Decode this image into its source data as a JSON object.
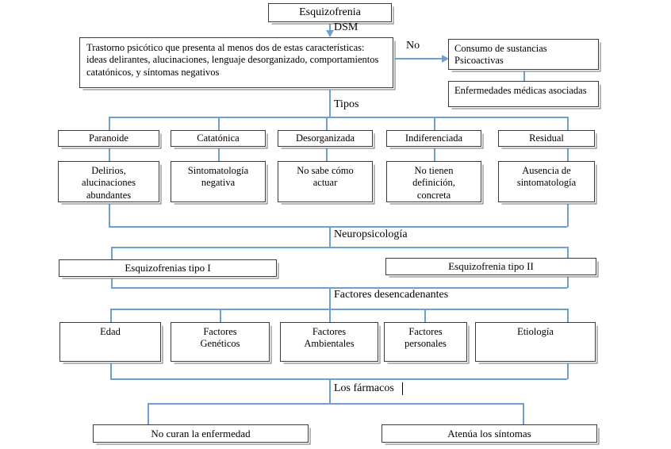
{
  "diagram": {
    "title": "Esquizofrenia",
    "edge_labels": {
      "dsm": "DSM",
      "no": "No",
      "tipos": "Tipos",
      "neuropsicologia": "Neuropsicología",
      "factores": "Factores desencadenantes",
      "farmacos": "Los fármacos"
    },
    "root": {
      "label": "Esquizofrenia"
    },
    "criteria": {
      "label": "Trastorno psicótico que presenta al menos dos de estas características: ideas delirantes, alucinaciones, lenguaje desorganizado, comportamientos catatónicos, y síntomas negativos"
    },
    "exclusions": [
      {
        "label": "Consumo de sustancias Psicoactivas"
      },
      {
        "label": "Enfermedades médicas asociadas"
      }
    ],
    "types": [
      {
        "name": "Paranoide",
        "description": "Delirios,\nalucinaciones\nabundantes"
      },
      {
        "name": "Catatónica",
        "description": "Sintomatología\nnegativa"
      },
      {
        "name": "Desorganizada",
        "description": "No sabe cómo\nactuar"
      },
      {
        "name": "Indiferenciada",
        "description": "No tienen\ndefinición,\nconcreta"
      },
      {
        "name": "Residual",
        "description": "Ausencia de\nsintomatología"
      }
    ],
    "neuropsychology": [
      {
        "label": "Esquizofrenias tipo I"
      },
      {
        "label": "Esquizofrenia tipo II"
      }
    ],
    "triggering_factors": [
      {
        "label": "Edad"
      },
      {
        "label": "Factores\nGenéticos"
      },
      {
        "label": "Factores\nAmbientales"
      },
      {
        "label": "Factores\npersonales"
      },
      {
        "label": "Etiología"
      }
    ],
    "drugs": [
      {
        "label": "No curan la enfermedad"
      },
      {
        "label": "Atenúa los síntomas"
      }
    ],
    "colors": {
      "connector": "#6f9fd1",
      "box_border": "#3a3a3a",
      "box_shadow": "#6f6f6f",
      "background": "#ffffff"
    }
  }
}
